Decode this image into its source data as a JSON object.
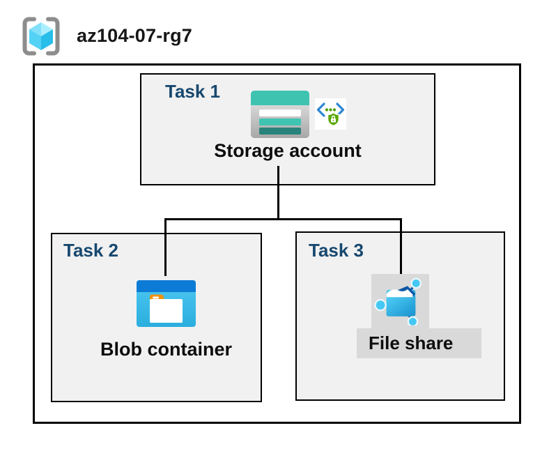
{
  "header": {
    "resource_group_name": "az104-07-rg7",
    "icon": "resource-group-icon"
  },
  "tasks": [
    {
      "label": "Task 1",
      "item_label": "Storage account",
      "icons": [
        "storage-account-icon",
        "shared-access-signature-icon"
      ]
    },
    {
      "label": "Task 2",
      "item_label": "Blob container",
      "icons": [
        "blob-container-icon"
      ]
    },
    {
      "label": "Task 3",
      "item_label": "File share",
      "icons": [
        "file-share-icon"
      ],
      "highlighted": true
    }
  ],
  "connections": [
    {
      "from": "Storage account",
      "to": "Blob container"
    },
    {
      "from": "Storage account",
      "to": "File share"
    }
  ],
  "colors": {
    "task_label_navy": "#17486f",
    "box_fill": "#f1f1f1",
    "border_black": "#000000",
    "storage_teal": "#3fc3b1",
    "storage_teal_dark": "#27837b",
    "azure_blue": "#0c7bd6",
    "cyan": "#3fc6f0",
    "security_green": "#5aa800",
    "highlight_gray": "#d9d9d9",
    "bracket_gray": "#8d8d8d",
    "folder_tab_orange": "#f39208"
  }
}
